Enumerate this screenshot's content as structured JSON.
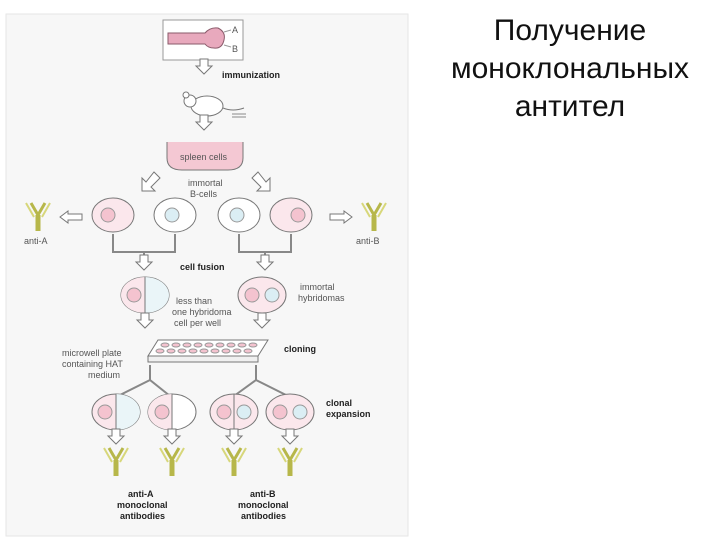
{
  "title": {
    "line1": "Получение",
    "line2": "моноклональных",
    "line3": "антител"
  },
  "diagram": {
    "antigen": {
      "label_a": "A",
      "label_b": "B"
    },
    "immunization": "immunization",
    "spleen_cells": "spleen cells",
    "immortal_b_cells": [
      "immortal",
      "B-cells"
    ],
    "anti_a_left": "anti-A",
    "anti_b_right": "anti-B",
    "cell_fusion": "cell fusion",
    "immortal_hybridomas": [
      "immortal",
      "hybridomas"
    ],
    "less_than": [
      "less than",
      "one hybridoma",
      "cell per well"
    ],
    "microwell": [
      "microwell plate",
      "containing HAT",
      "medium"
    ],
    "cloning": "cloning",
    "clonal_expansion": [
      "clonal",
      "expansion"
    ],
    "bottom_left": [
      "anti-A",
      "monoclonal",
      "antibodies"
    ],
    "bottom_right": [
      "anti-B",
      "monoclonal",
      "antibodies"
    ]
  },
  "colors": {
    "pink": "#f7d5dc",
    "blue": "#d8ecf1",
    "yellow": "#e6e68a",
    "stroke": "#666666"
  }
}
